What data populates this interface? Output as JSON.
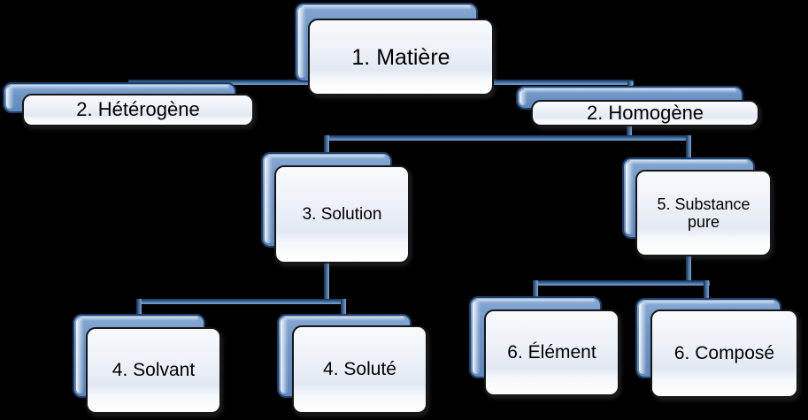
{
  "diagram": {
    "type": "hierarchy-tree",
    "background_color": "#000000",
    "colors": {
      "shadow_fill": "#6e95c7",
      "shadow_border": "#1d3f66",
      "card_fill": "#edf1f8",
      "card_border": "#161616",
      "connector": "#4e7cae",
      "text": "#000000"
    },
    "nodes": [
      {
        "id": "matiere",
        "label": "1. Matière",
        "level": 1,
        "parent": null
      },
      {
        "id": "heterogene",
        "label": "2. Hétérogène",
        "level": 2,
        "parent": "matiere"
      },
      {
        "id": "homogene",
        "label": "2. Homogène",
        "level": 2,
        "parent": "matiere"
      },
      {
        "id": "solution",
        "label": "3. Solution",
        "level": 3,
        "parent": "homogene"
      },
      {
        "id": "substance-pure",
        "label": "5. Substance pure",
        "level": 3,
        "parent": "homogene"
      },
      {
        "id": "solvant",
        "label": "4. Solvant",
        "level": 4,
        "parent": "solution"
      },
      {
        "id": "solute",
        "label": "4. Soluté",
        "level": 4,
        "parent": "solution"
      },
      {
        "id": "element",
        "label": "6. Élément",
        "level": 4,
        "parent": "substance-pure"
      },
      {
        "id": "compose",
        "label": "6. Composé",
        "level": 4,
        "parent": "substance-pure"
      }
    ],
    "edges": [
      {
        "from": "matiere",
        "to": "heterogene"
      },
      {
        "from": "matiere",
        "to": "homogene"
      },
      {
        "from": "homogene",
        "to": "solution"
      },
      {
        "from": "homogene",
        "to": "substance-pure"
      },
      {
        "from": "solution",
        "to": "solvant"
      },
      {
        "from": "solution",
        "to": "solute"
      },
      {
        "from": "substance-pure",
        "to": "element"
      },
      {
        "from": "substance-pure",
        "to": "compose"
      }
    ]
  }
}
